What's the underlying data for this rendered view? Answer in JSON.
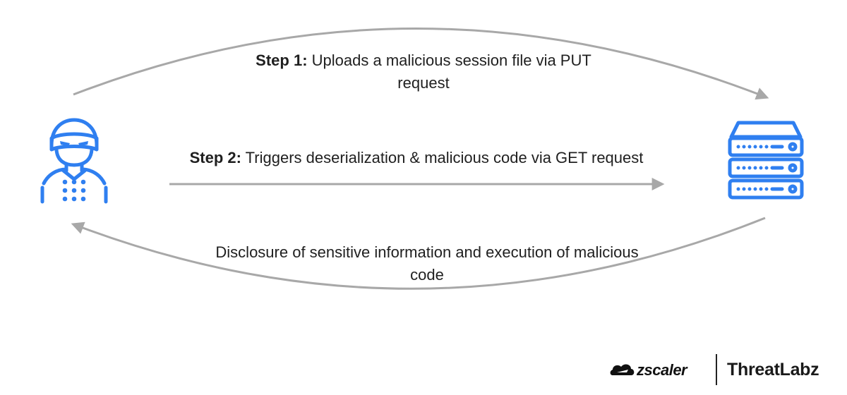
{
  "steps": {
    "step1": {
      "label": "Step 1:",
      "text": " Uploads a malicious session file via PUT request"
    },
    "step2": {
      "label": "Step 2:",
      "text": " Triggers deserialization & malicious code via GET request"
    },
    "step3": {
      "text": "Disclosure of sensitive information and execution of malicious code"
    }
  },
  "icons": {
    "attacker": "hacker-icon",
    "server": "server-rack-icon"
  },
  "branding": {
    "zscaler": "zscaler",
    "threatlabz": "ThreatLabz"
  },
  "colors": {
    "icon_blue": "#2f7ff0",
    "arrow_gray": "#a8a8a8"
  }
}
